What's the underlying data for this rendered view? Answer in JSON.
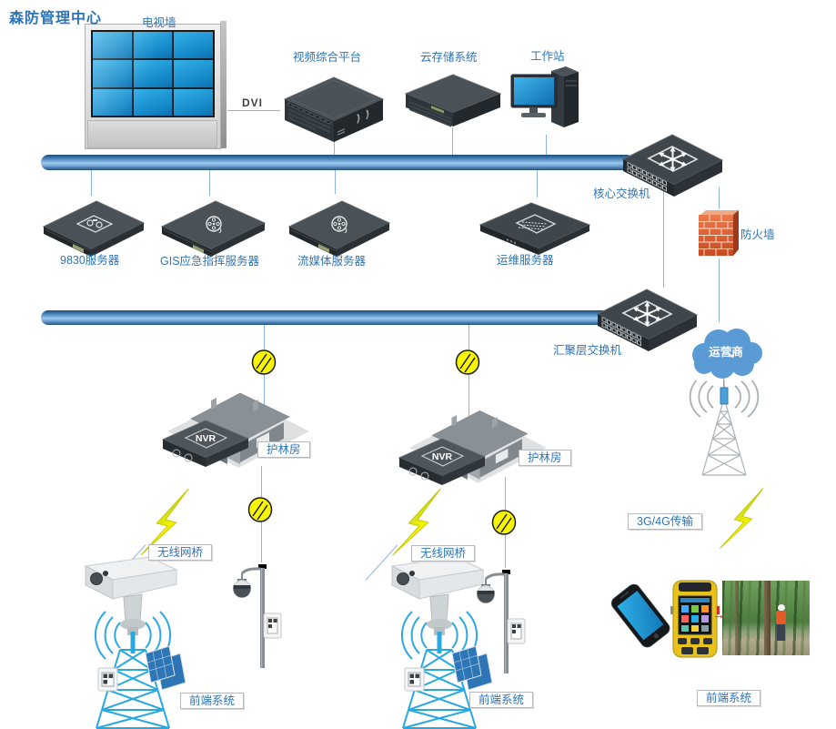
{
  "title": "森防管理中心",
  "nodes": {
    "tv_wall": "电视墙",
    "dvi_link": "DVI",
    "video_platform": "视频综合平台",
    "cloud_storage": "云存储系统",
    "workstation": "工作站",
    "core_switch": "核心交换机",
    "server_9830": "9830服务器",
    "server_gis": "GIS应急指挥服务器",
    "server_media": "流媒体服务器",
    "server_ops": "运维服务器",
    "firewall": "防火墙",
    "agg_switch": "汇聚层交换机",
    "carrier_cloud": "运营商",
    "nvr": "NVR",
    "ranger_house": "护林房",
    "wireless_bridge": "无线网桥",
    "transmission_3g4g": "3G/4G传输",
    "frontend_system": "前端系统"
  },
  "icons": {
    "red_arrow": "→"
  },
  "colors": {
    "label_blue": "#2E74B5",
    "bus_blue": "#4E86BC",
    "connector_blue": "#8DB4E2",
    "tower_blue": "#29A8E0",
    "cloud_blue": "#5B9BD5",
    "firewall_brick": "#DE6136",
    "transceiver_yellow": "#F7F000",
    "screen_blue": "#1F9CD8",
    "bolt_yellow": "#FFF200"
  }
}
